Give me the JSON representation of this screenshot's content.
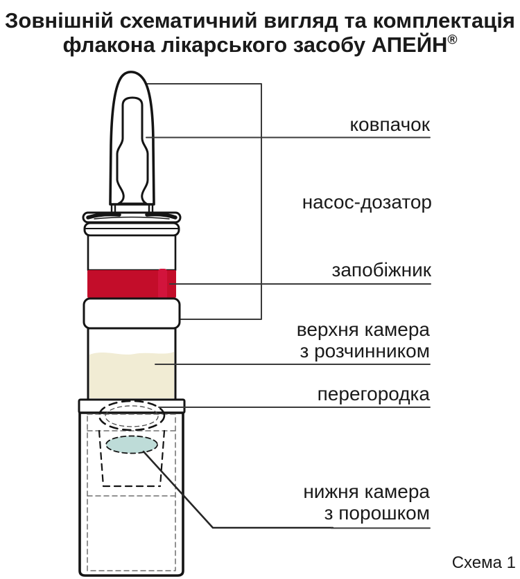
{
  "title": {
    "line1": "Зовнішній схематичний вигляд та комплектація",
    "line2": "флакона лікарського засобу АПЕЙН",
    "registered": "®"
  },
  "labels": {
    "cap": "ковпачок",
    "pump": "насос-дозатор",
    "safety": "запобіжник",
    "upper_chamber_line1": "верхня камера",
    "upper_chamber_line2": "з розчинником",
    "partition": "перегородка",
    "lower_chamber_line1": "нижня камера",
    "lower_chamber_line2": "з порошком"
  },
  "caption": "Схема 1",
  "colors": {
    "safety_band": "#c30d2a",
    "safety_tab": "#d2143c",
    "solvent_liquid": "#f1ecd4",
    "powder": "#bedcd8"
  }
}
